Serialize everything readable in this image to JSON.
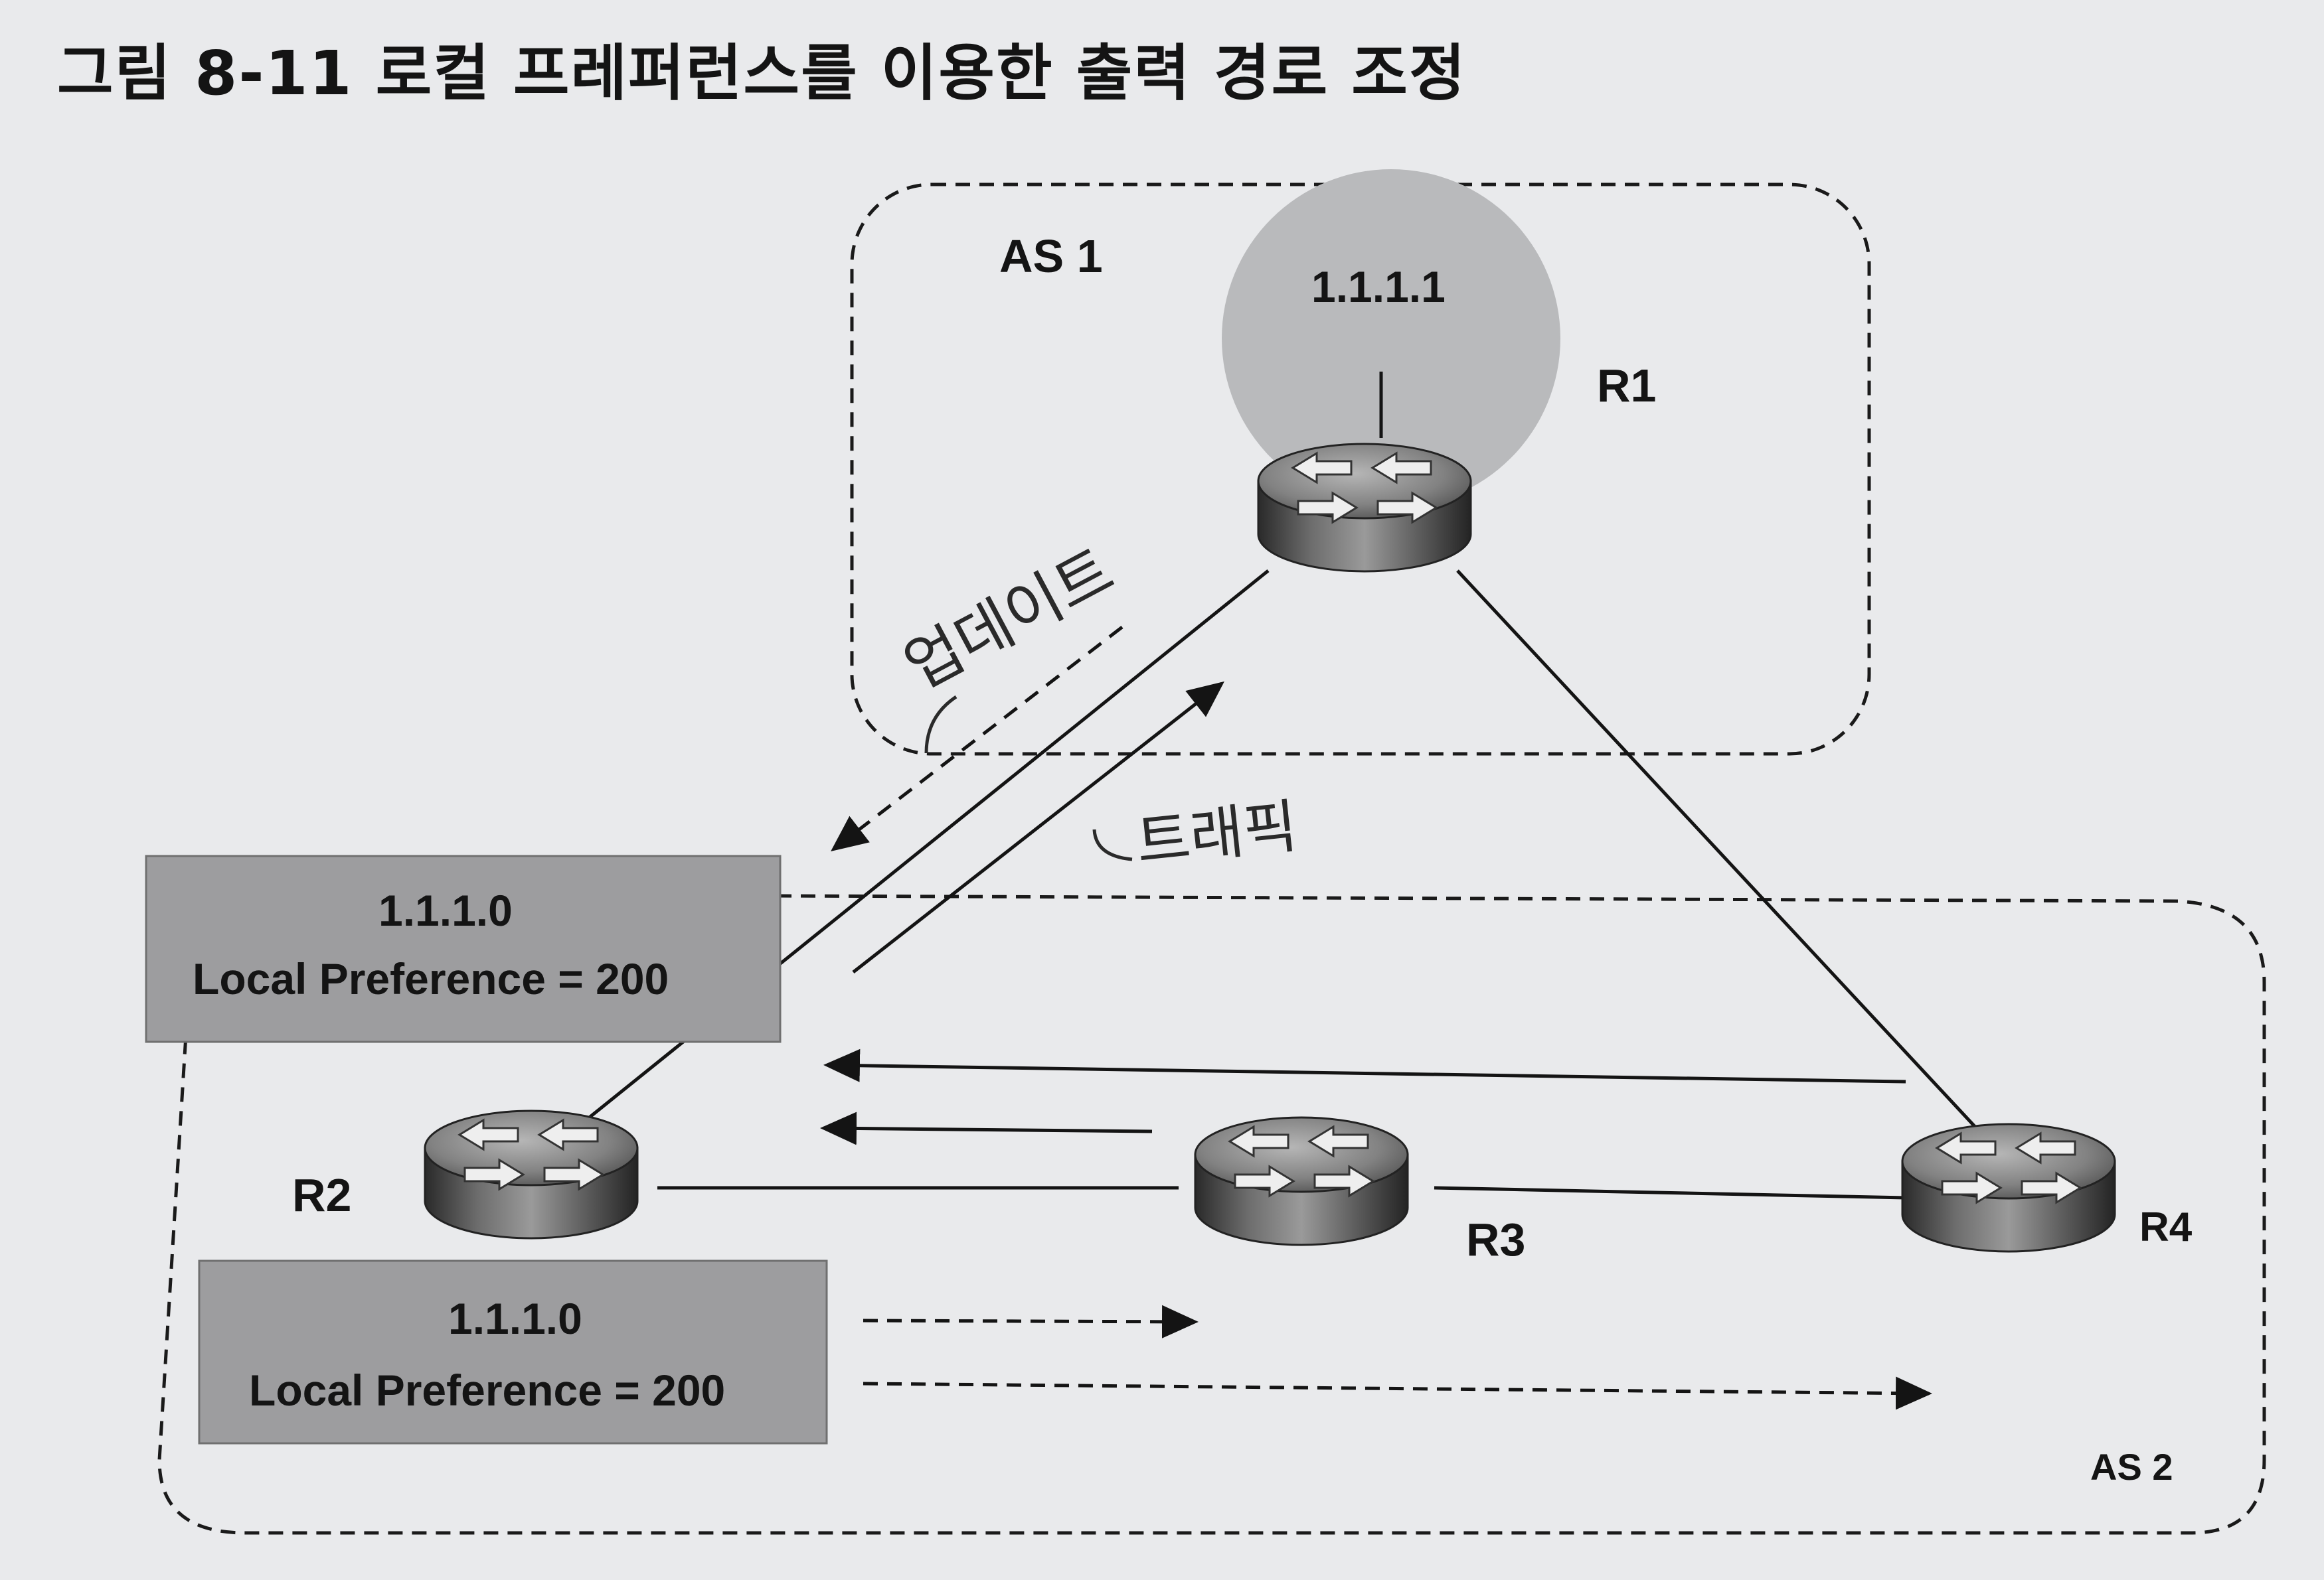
{
  "figure": {
    "title": "그림 8-11 로컬 프레퍼런스를 이용한 출력 경로 조정"
  },
  "as_labels": {
    "as1": "AS 1",
    "as2": "AS 2"
  },
  "network": {
    "prefix": "1.1.1.1"
  },
  "routers": {
    "r1": "R1",
    "r2": "R2",
    "r3": "R3",
    "r4": "R4"
  },
  "boxes": {
    "top": {
      "line1": "1.1.1.0",
      "line2": "Local Preference = 200"
    },
    "bottom": {
      "line1": "1.1.1.0",
      "line2": "Local Preference = 200"
    }
  },
  "annotations": {
    "update": "업데이트",
    "traffic": "트래픽"
  },
  "colors": {
    "background": "#e9eaec",
    "box_fill": "#9d9d9f",
    "network_circle": "#b9babc",
    "ink": "#141414"
  }
}
